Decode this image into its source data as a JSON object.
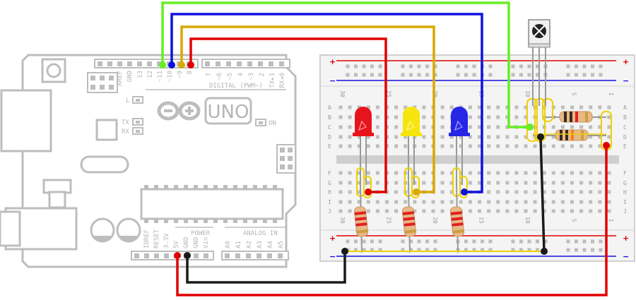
{
  "arduino": {
    "logo_text": "UNO",
    "digital_header": "DIGITAL (PWM~)",
    "tx_header": "TX▸1",
    "rx_header": "RX◂0",
    "top_labels": [
      "AREF",
      "GND",
      "13",
      "12",
      "~11",
      "~10",
      "~9",
      "8"
    ],
    "top_right_labels": [
      "7",
      "~6",
      "~5",
      "4",
      "~3",
      "2"
    ],
    "power_header": "POWER",
    "analog_header": "ANALOG IN",
    "power_labels": [
      "IOREF",
      "RESET",
      "3.3V",
      "5V",
      "GND",
      "GND",
      "Vin"
    ],
    "analog_labels": [
      "A0",
      "A1",
      "A2",
      "A3",
      "A4",
      "A5"
    ],
    "led_l": "L",
    "led_tx": "TX",
    "led_rx": "RX",
    "led_on": "ON"
  },
  "breadboard": {
    "row_letters_top": [
      "A",
      "B",
      "C",
      "D",
      "E"
    ],
    "row_letters_bottom": [
      "F",
      "G",
      "H",
      "I",
      "J"
    ],
    "col_numbers": [
      "30",
      "25",
      "20",
      "15",
      "10",
      "5",
      "1"
    ],
    "rail_plus": "+",
    "rail_minus": "−"
  },
  "components": {
    "leds": [
      {
        "name": "red",
        "color": "#e8141b"
      },
      {
        "name": "yellow",
        "color": "#f5e50d"
      },
      {
        "name": "blue",
        "color": "#2626e6"
      }
    ]
  },
  "colors": {
    "wire_green": "#66ee22",
    "wire_blue": "#1010e0",
    "wire_yellow": "#d8a800",
    "wire_red": "#e00000",
    "wire_black": "#1a1a1a"
  }
}
